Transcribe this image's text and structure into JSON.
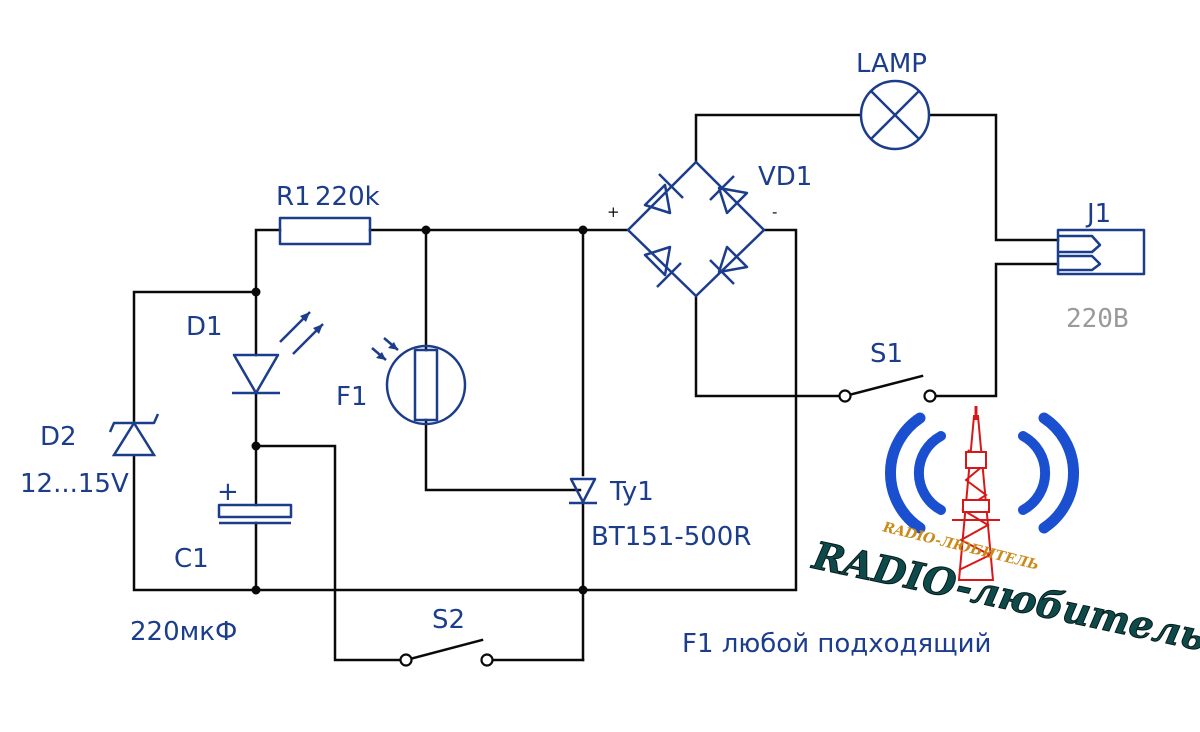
{
  "labels": {
    "r1": "R1",
    "r1_value": "220k",
    "d1": "D1",
    "d2": "D2",
    "d2_value": "12...15V",
    "c1": "C1",
    "c1_value": "220мкФ",
    "f1": "F1",
    "ty1": "Ty1",
    "ty1_value": "BT151-500R",
    "vd1": "VD1",
    "plus": "+",
    "minus": "-",
    "lamp": "LAMP",
    "j1": "J1",
    "mains": "220B",
    "s1": "S1",
    "s2": "S2",
    "note": "F1 любой подходящий"
  },
  "logo": {
    "main_text": "RADIO-любитель",
    "arc_text": "RADIO-ЛЮБИТЕЛЬ",
    "icon": "radio-tower-icon",
    "colors": {
      "waves": "#1a4fd0",
      "tower": "#d81818",
      "text": "#0f4a4a"
    }
  },
  "colors": {
    "wire": "#0a0a0a",
    "component": "#1c3c8c",
    "mains_label": "#9a9a9a"
  }
}
